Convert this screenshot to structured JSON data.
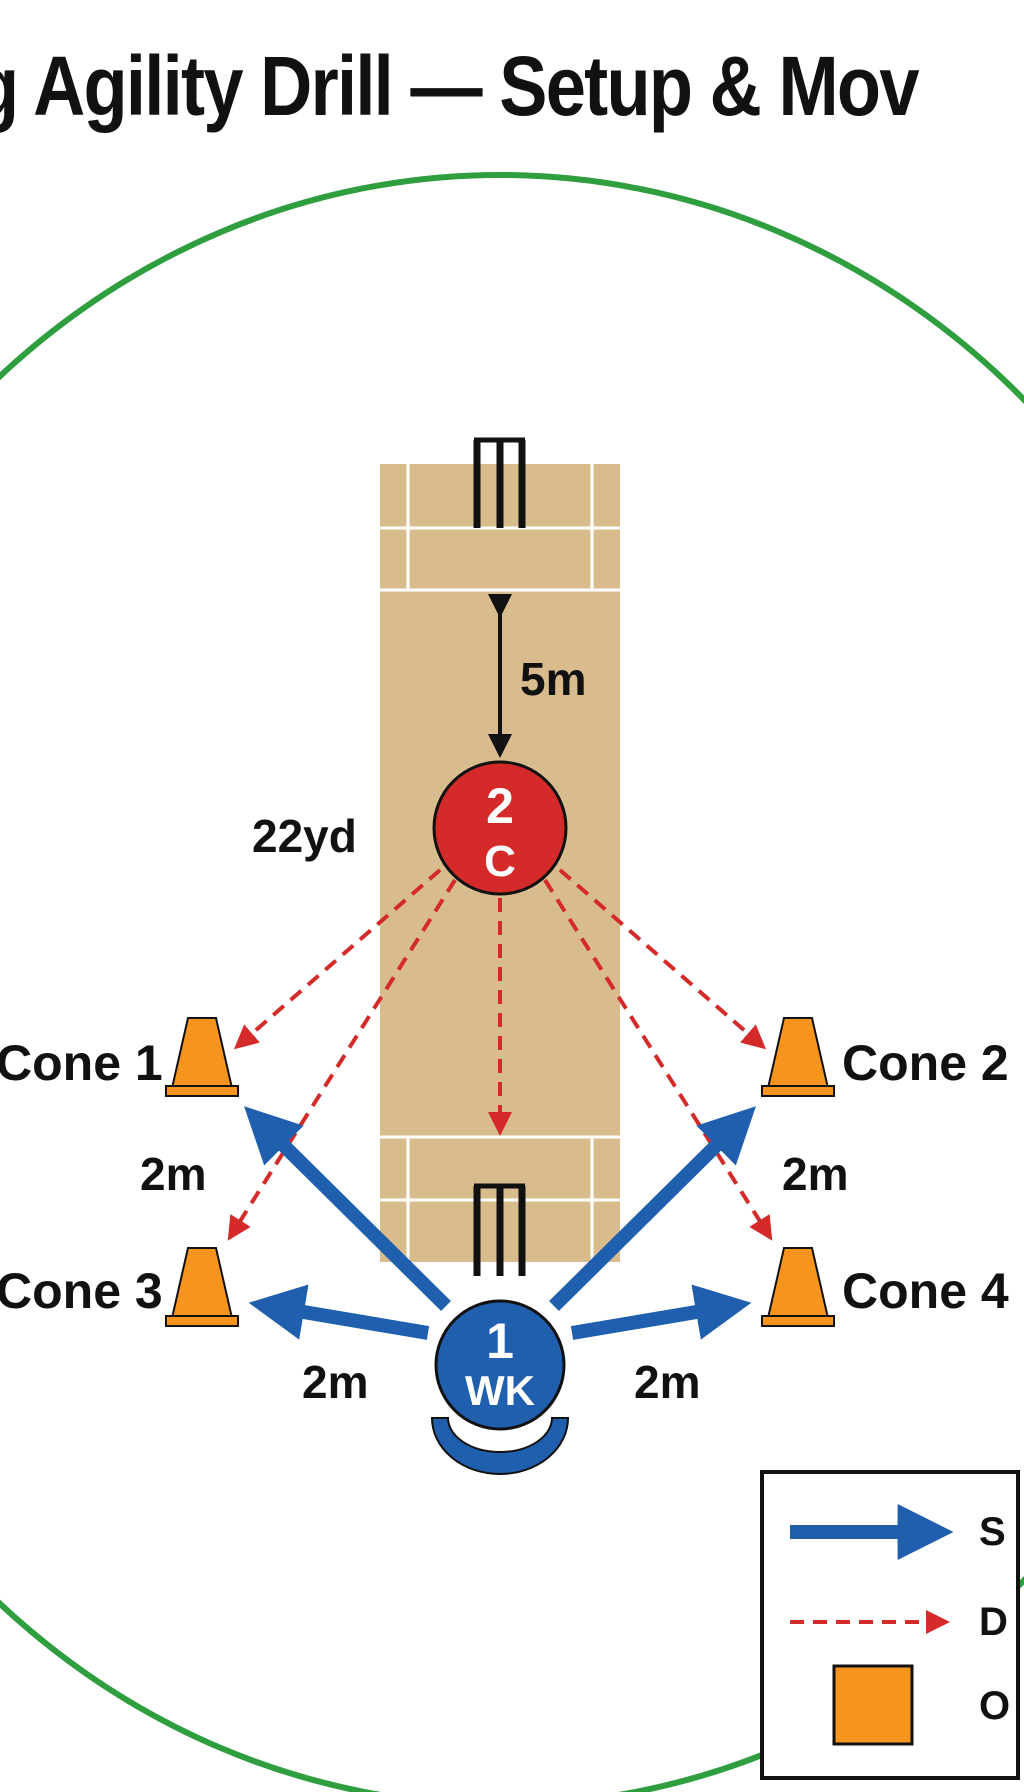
{
  "title": "g Agility Drill — Setup & Mov",
  "pitch": {
    "length_label": "22yd"
  },
  "players": [
    {
      "id": "wk",
      "number": "1",
      "role": "WK",
      "color": "#1f5fae"
    },
    {
      "id": "coach",
      "number": "2",
      "role": "C",
      "color": "#d42a2a"
    }
  ],
  "cones": [
    {
      "label": "Cone 1"
    },
    {
      "label": "Cone 2"
    },
    {
      "label": "Cone 3"
    },
    {
      "label": "Cone 4"
    }
  ],
  "distances": {
    "coach_to_stumps": "5m",
    "cone1_cone3": "2m",
    "cone2_cone4": "2m",
    "wk_left": "2m",
    "wk_right": "2m"
  },
  "legend": {
    "items": [
      {
        "label": "S",
        "icon": "solid-blue-arrow"
      },
      {
        "label": "D",
        "icon": "dashed-red-arrow"
      },
      {
        "label": "O",
        "icon": "orange-square"
      }
    ]
  },
  "colors": {
    "boundary": "#2e9e3e",
    "pitch": "#d8bc8e",
    "sprint": "#1f5fae",
    "direction": "#d42a2a",
    "cone": "#f7941d"
  }
}
